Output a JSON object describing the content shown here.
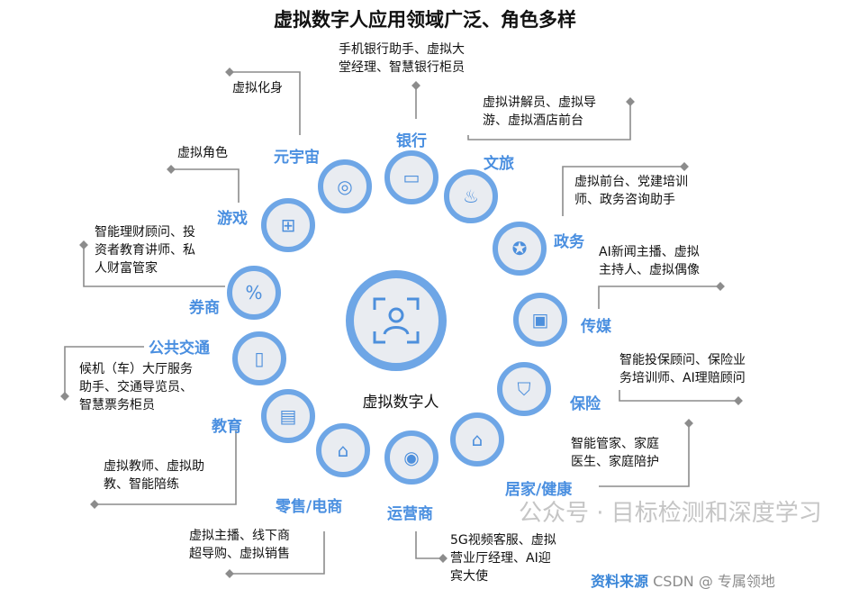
{
  "title": "虚拟数字人应用领域广泛、角色多样",
  "center": {
    "label": "虚拟数字人",
    "icon": "person-scan-icon"
  },
  "nodes": [
    {
      "label": "元宇宙",
      "icon": "galaxy-icon",
      "desc": [
        "虚拟化身"
      ]
    },
    {
      "label": "银行",
      "icon": "bank-card-icon",
      "desc": [
        "手机银行助手、虚拟大",
        "堂经理、智慧银行柜员"
      ]
    },
    {
      "label": "文旅",
      "icon": "landscape-icon",
      "desc": [
        "虚拟讲解员、虚拟导",
        "游、虚拟酒店前台"
      ]
    },
    {
      "label": "政务",
      "icon": "emblem-icon",
      "desc": [
        "虚拟前台、党建培训",
        "师、政务咨询助手"
      ]
    },
    {
      "label": "传媒",
      "icon": "video-camera-icon",
      "desc": [
        "AI新闻主播、虚拟",
        "主持人、虚拟偶像"
      ]
    },
    {
      "label": "保险",
      "icon": "shield-icon",
      "desc": [
        "智能投保顾问、保险业",
        "务培训师、AI理赔顾问"
      ]
    },
    {
      "label": "居家/健康",
      "icon": "sofa-icon",
      "desc": [
        "智能管家、家庭",
        "医生、家庭陪护"
      ]
    },
    {
      "label": "运营商",
      "icon": "signal-person-icon",
      "desc": [
        "5G视频客服、虚拟",
        "营业厅经理、AI迎",
        "宾大使"
      ]
    },
    {
      "label": "零售/电商",
      "icon": "store-icon",
      "desc": [
        "虚拟主播、线下商",
        "超导购、虚拟销售"
      ]
    },
    {
      "label": "教育",
      "icon": "laptop-icon",
      "desc": [
        "虚拟教师、虚拟助",
        "教、智能陪练"
      ]
    },
    {
      "label": "公共交通",
      "icon": "bus-icon",
      "desc": [
        "候机（车）大厅服务",
        "助手、交通导览员、",
        "智慧票务柜员"
      ]
    },
    {
      "label": "券商",
      "icon": "percent-ticket-icon",
      "desc": [
        "智能理财顾问、投",
        "资者教育讲师、私",
        "人财富管家"
      ]
    },
    {
      "label": "游戏",
      "icon": "gamepad-icon",
      "desc": [
        "虚拟角色"
      ]
    }
  ],
  "watermark": {
    "main": "公众号 · 目标检测和深度学习",
    "source": "资料来源",
    "site": "CSDN @ 专属领地"
  },
  "colors": {
    "ring": "#6ea6e6",
    "inner": "#e9ecf1",
    "label": "#4a8fe0",
    "line": "#8c8c8c"
  }
}
